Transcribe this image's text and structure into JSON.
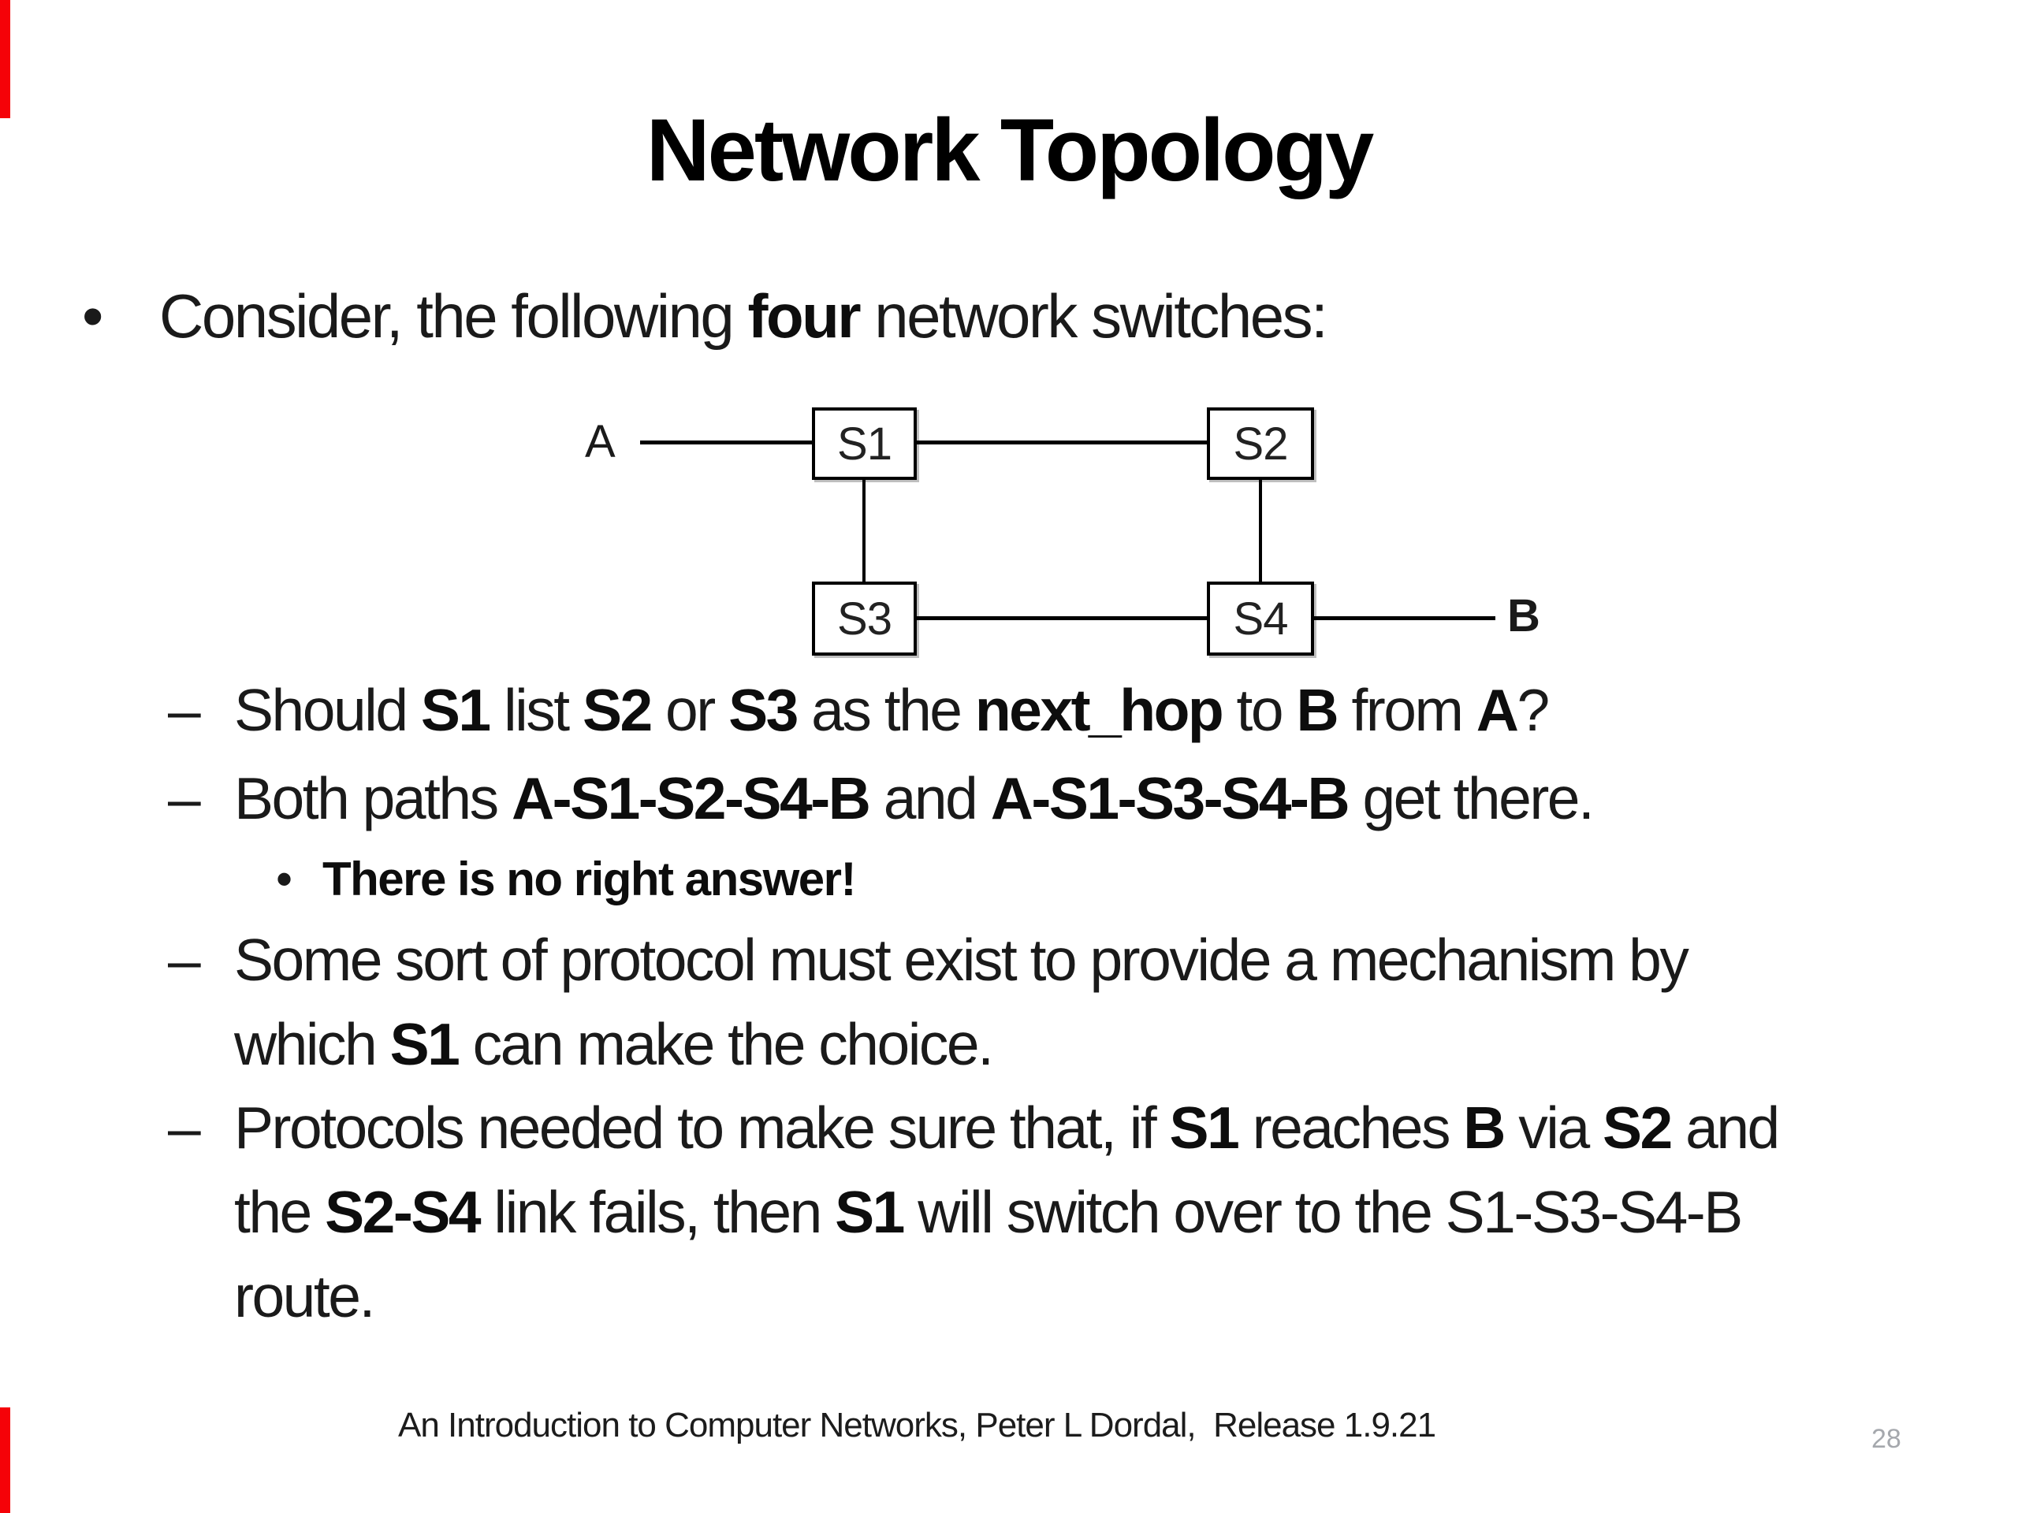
{
  "slide": {
    "title": "Network Topology",
    "footer": "An Introduction to Computer Networks, Peter L Dordal,  Release 1.9.21",
    "page_number": "28",
    "colors": {
      "background": "#ffffff",
      "text": "#1a1a1a",
      "edge_strip_red": "#f50208",
      "page_number_gray": "#a5a8ad"
    }
  },
  "bullets": {
    "level1": {
      "marker": "•",
      "lines": [
        [
          {
            "t": "Consider, the following "
          },
          {
            "t": "four",
            "b": true
          },
          {
            "t": " network switches:"
          }
        ]
      ]
    },
    "dash1": {
      "marker": "–",
      "lines": [
        [
          {
            "t": "Should "
          },
          {
            "t": "S1",
            "b": true
          },
          {
            "t": " list "
          },
          {
            "t": "S2",
            "b": true
          },
          {
            "t": " or "
          },
          {
            "t": "S3",
            "b": true
          },
          {
            "t": " as the "
          },
          {
            "t": "next_hop",
            "b": true
          },
          {
            "t": " to "
          },
          {
            "t": "B",
            "b": true
          },
          {
            "t": " from "
          },
          {
            "t": "A",
            "b": true
          },
          {
            "t": "?"
          }
        ]
      ]
    },
    "dash2": {
      "marker": "–",
      "lines": [
        [
          {
            "t": "Both paths "
          },
          {
            "t": "A-S1-S2-S4-B",
            "b": true
          },
          {
            "t": " and "
          },
          {
            "t": "A-S1-S3-S4-B",
            "b": true
          },
          {
            "t": " get there."
          }
        ]
      ]
    },
    "sub1": {
      "marker": "•",
      "lines": [
        [
          {
            "t": "There is no right answer!",
            "b": true
          }
        ]
      ]
    },
    "dash3": {
      "marker": "–",
      "lines": [
        [
          {
            "t": "Some sort of protocol must exist to provide a mechanism by"
          }
        ],
        [
          {
            "t": "which "
          },
          {
            "t": "S1",
            "b": true
          },
          {
            "t": " can make the choice."
          }
        ]
      ]
    },
    "dash4": {
      "marker": "–",
      "lines": [
        [
          {
            "t": "Protocols needed to make sure that, if "
          },
          {
            "t": "S1",
            "b": true
          },
          {
            "t": " reaches "
          },
          {
            "t": "B",
            "b": true
          },
          {
            "t": " via "
          },
          {
            "t": "S2",
            "b": true
          },
          {
            "t": " and"
          }
        ],
        [
          {
            "t": "the "
          },
          {
            "t": "S2-S4",
            "b": true
          },
          {
            "t": " link fails, then "
          },
          {
            "t": "S1",
            "b": true
          },
          {
            "t": " will switch over to the S1-S3-S4-B"
          }
        ],
        [
          {
            "t": "route."
          }
        ]
      ]
    }
  },
  "diagram": {
    "nodes": [
      {
        "id": "s1",
        "label": "S1"
      },
      {
        "id": "s2",
        "label": "S2"
      },
      {
        "id": "s3",
        "label": "S3"
      },
      {
        "id": "s4",
        "label": "S4"
      }
    ],
    "endpoints": [
      {
        "id": "a",
        "label": "A"
      },
      {
        "id": "b",
        "label": "B"
      }
    ],
    "links": [
      "A-S1",
      "S1-S2",
      "S1-S3",
      "S2-S4",
      "S3-S4",
      "S4-B"
    ]
  }
}
